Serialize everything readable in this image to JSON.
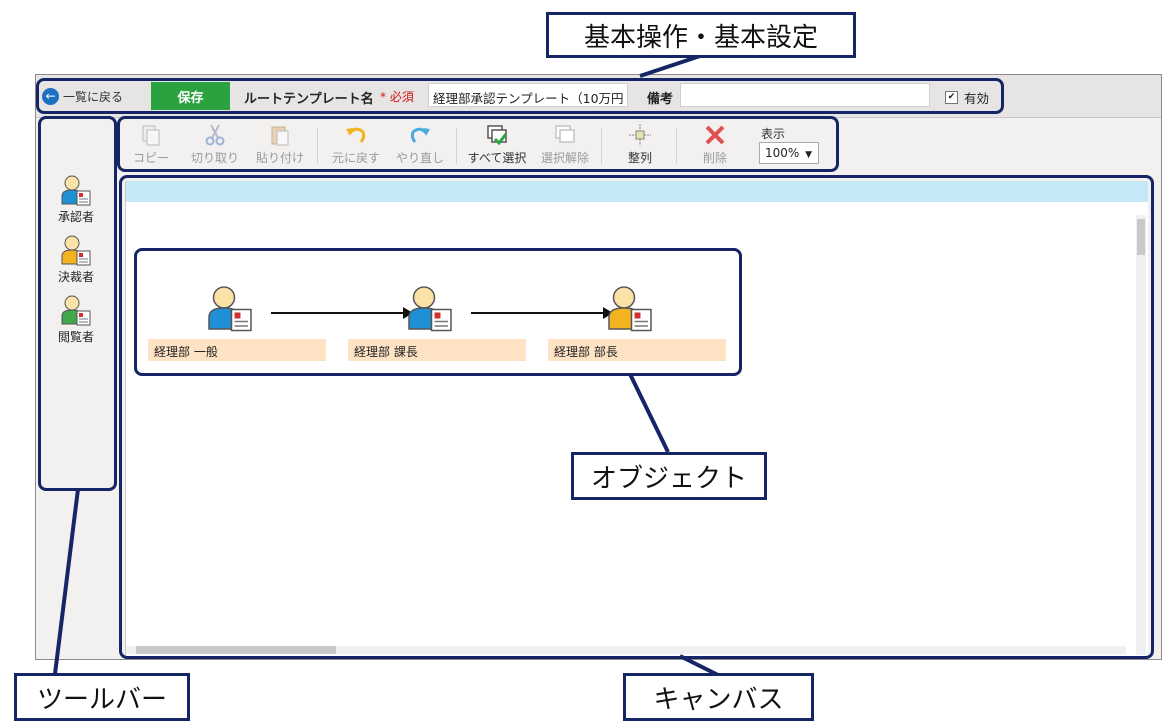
{
  "header": {
    "back_label": "一覧に戻る",
    "save_label": "保存",
    "template_name_label": "ルートテンプレート名",
    "required_mark": "* 必須",
    "template_name_value": "経理部承認テンプレート（10万円",
    "note_label": "備考",
    "note_value": "",
    "valid_label": "有効",
    "valid_checked": true
  },
  "toolbar": {
    "copy": "コピー",
    "cut": "切り取り",
    "paste": "貼り付け",
    "undo": "元に戻す",
    "redo": "やり直し",
    "select_all": "すべて選択",
    "deselect": "選択解除",
    "align": "整列",
    "delete": "削除",
    "zoom_label": "表示",
    "zoom_value": "100%"
  },
  "palette": {
    "items": [
      {
        "label": "承認者",
        "icon": "approver-icon",
        "color": "#1f8fd6"
      },
      {
        "label": "決裁者",
        "icon": "decider-icon",
        "color": "#f3b21f"
      },
      {
        "label": "閲覧者",
        "icon": "viewer-icon",
        "color": "#3fa84b"
      }
    ]
  },
  "canvas": {
    "nodes": [
      {
        "label": "経理部 一般",
        "role": "approver",
        "color": "#1f8fd6"
      },
      {
        "label": "経理部 課長",
        "role": "approver",
        "color": "#1f8fd6"
      },
      {
        "label": "経理部 部長",
        "role": "decider",
        "color": "#f3b21f"
      }
    ]
  },
  "annotations": {
    "basic": "基本操作・基本設定",
    "object": "オブジェクト",
    "toolbar": "ツールバー",
    "canvas": "キャンバス"
  },
  "colors": {
    "save": "#2aa23f",
    "accent": "#152566",
    "canvas_header": "#c5e8f7",
    "node_label_bg": "#fde3c4"
  }
}
